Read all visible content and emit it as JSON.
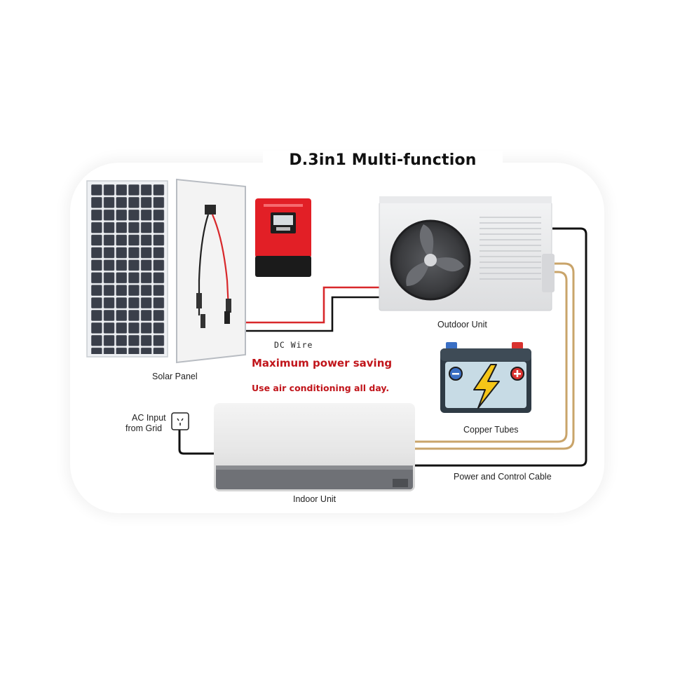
{
  "title": "D.3in1 Multi-function",
  "components": {
    "solar_panel": "Solar Panel",
    "dc_wire": "DC Wire",
    "outdoor_unit": "Outdoor Unit",
    "copper_tubes": "Copper Tubes",
    "indoor_unit": "Indoor Unit",
    "ac_input_line1": "AC Input",
    "ac_input_line2": "from Grid",
    "power_cable": "Power and Control Cable"
  },
  "highlights": {
    "headline": "Maximum power saving",
    "subline": "Use air conditioning all day."
  },
  "colors": {
    "accent_red": "#c1151b",
    "controller_red": "#e21f26",
    "copper": "#c9a46a",
    "cable": "#111111",
    "panel_cell": "#3a3f4a"
  },
  "icons": [
    "solar-panel-icon",
    "charge-controller-icon",
    "outdoor-unit-fan-icon",
    "battery-icon",
    "lightning-icon",
    "power-socket-icon",
    "indoor-unit-icon"
  ]
}
